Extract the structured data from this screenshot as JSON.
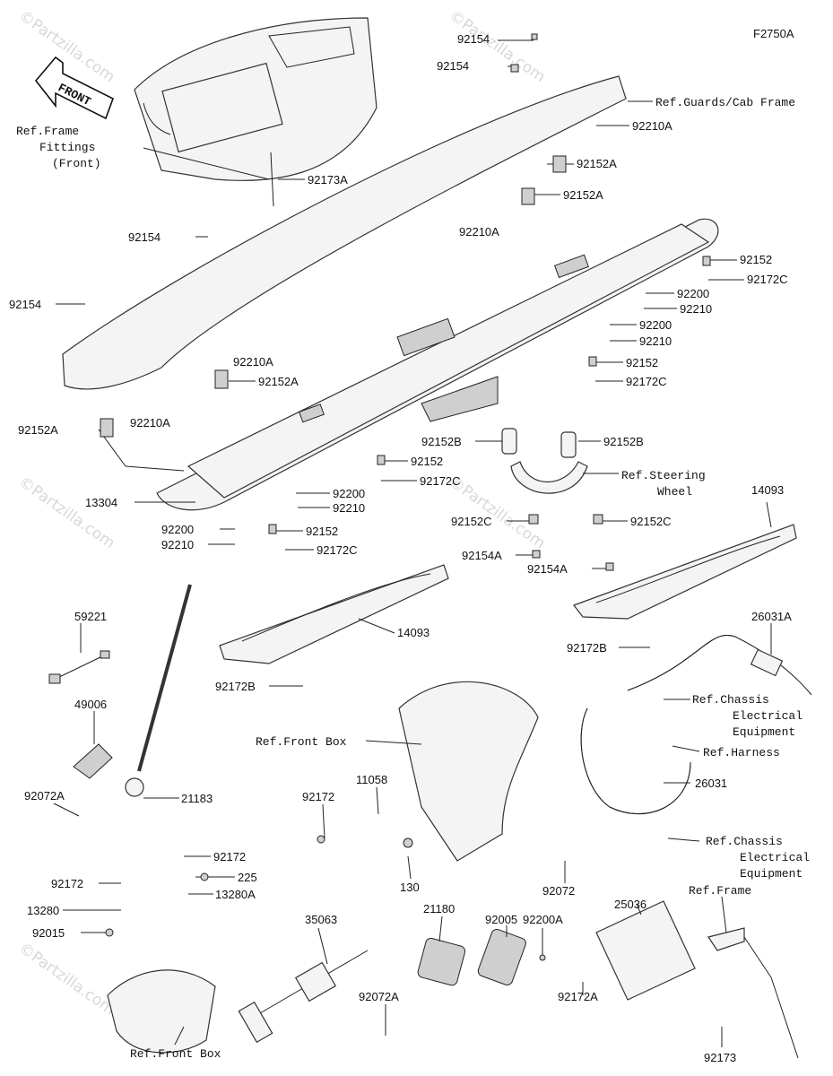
{
  "figure_code": "F2750A",
  "direction": "FRONT",
  "watermark": "©Partzilla.com",
  "parts": [
    {
      "id": "p0",
      "text": "92154"
    },
    {
      "id": "p1",
      "text": "92154"
    },
    {
      "id": "p2",
      "text": "Ref.Guards/Cab Frame"
    },
    {
      "id": "p3",
      "text": "92210A"
    },
    {
      "id": "p4",
      "text": "92152A"
    },
    {
      "id": "p5",
      "text": "92152A"
    },
    {
      "id": "p6",
      "text": "92210A"
    },
    {
      "id": "p7",
      "text": "92173A"
    },
    {
      "id": "p8",
      "text": "92154"
    },
    {
      "id": "p9",
      "text": "92152"
    },
    {
      "id": "p10",
      "text": "92172C"
    },
    {
      "id": "p11",
      "text": "92154"
    },
    {
      "id": "p12",
      "text": "92200"
    },
    {
      "id": "p13",
      "text": "92210"
    },
    {
      "id": "p14",
      "text": "92200"
    },
    {
      "id": "p15",
      "text": "92210"
    },
    {
      "id": "p16",
      "text": "92210A"
    },
    {
      "id": "p17",
      "text": "92152A"
    },
    {
      "id": "p18",
      "text": "92152"
    },
    {
      "id": "p19",
      "text": "92172C"
    },
    {
      "id": "p20",
      "text": "92210A"
    },
    {
      "id": "p21",
      "text": "92152A"
    },
    {
      "id": "p22",
      "text": "92152B"
    },
    {
      "id": "p23",
      "text": "92152B"
    },
    {
      "id": "p24",
      "text": "92152"
    },
    {
      "id": "p25",
      "text": "92172C"
    },
    {
      "id": "p26",
      "text": "13304"
    },
    {
      "id": "p27",
      "text": "92200"
    },
    {
      "id": "p28",
      "text": "92210"
    },
    {
      "id": "p29",
      "text": "92200"
    },
    {
      "id": "p30",
      "text": "92210"
    },
    {
      "id": "p31",
      "text": "92152"
    },
    {
      "id": "p32",
      "text": "92172C"
    },
    {
      "id": "p33",
      "text": "92152C"
    },
    {
      "id": "p34",
      "text": "92152C"
    },
    {
      "id": "p35",
      "text": "92154A"
    },
    {
      "id": "p36",
      "text": "92154A"
    },
    {
      "id": "p37",
      "text": "14093"
    },
    {
      "id": "p38",
      "text": "14093"
    },
    {
      "id": "p39",
      "text": "59221"
    },
    {
      "id": "p40",
      "text": "92172B"
    },
    {
      "id": "p41",
      "text": "26031A"
    },
    {
      "id": "p42",
      "text": "92172B"
    },
    {
      "id": "p43",
      "text": "49006"
    },
    {
      "id": "p44",
      "text": "Ref.Front Box"
    },
    {
      "id": "p45",
      "text": "92072A"
    },
    {
      "id": "p46",
      "text": "21183"
    },
    {
      "id": "p47",
      "text": "11058"
    },
    {
      "id": "p48",
      "text": "92172"
    },
    {
      "id": "p49",
      "text": "26031"
    },
    {
      "id": "p50",
      "text": "92172"
    },
    {
      "id": "p51",
      "text": "225"
    },
    {
      "id": "p52",
      "text": "92172"
    },
    {
      "id": "p53",
      "text": "13280A"
    },
    {
      "id": "p54",
      "text": "13280"
    },
    {
      "id": "p55",
      "text": "130"
    },
    {
      "id": "p56",
      "text": "92072"
    },
    {
      "id": "p57",
      "text": "25036"
    },
    {
      "id": "p58",
      "text": "92015"
    },
    {
      "id": "p59",
      "text": "35063"
    },
    {
      "id": "p60",
      "text": "21180"
    },
    {
      "id": "p61",
      "text": "92005"
    },
    {
      "id": "p62",
      "text": "92200A"
    },
    {
      "id": "p63",
      "text": "92172A"
    },
    {
      "id": "p64",
      "text": "92072A"
    },
    {
      "id": "p65",
      "text": "Ref.Front Box"
    },
    {
      "id": "p66",
      "text": "92173"
    }
  ],
  "multiline_refs": {
    "frame_fittings": [
      "Ref.Frame",
      "Fittings",
      "(Front)"
    ],
    "steering_wheel": [
      "Ref.Steering",
      "Wheel"
    ],
    "chassis_1": [
      "Ref.Chassis",
      "Electrical",
      "Equipment"
    ],
    "chassis_2": [
      "Ref.Chassis",
      "Electrical",
      "Equipment"
    ],
    "harness": "Ref.Harness",
    "frame": "Ref.Frame"
  }
}
